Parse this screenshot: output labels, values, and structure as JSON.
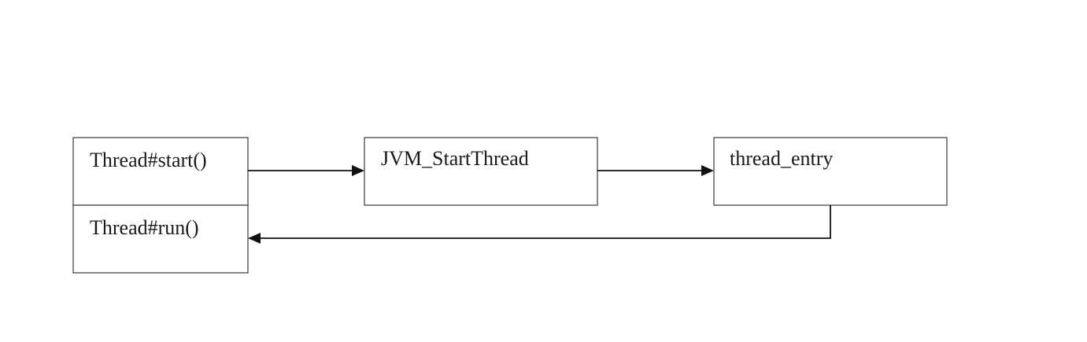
{
  "nodes": {
    "thread_start": {
      "label": "Thread#start()"
    },
    "thread_run": {
      "label": "Thread#run()"
    },
    "jvm_start_thread": {
      "label": "JVM_StartThread"
    },
    "thread_entry": {
      "label": "thread_entry"
    }
  },
  "edges": [
    {
      "from": "thread_start",
      "to": "jvm_start_thread"
    },
    {
      "from": "jvm_start_thread",
      "to": "thread_entry"
    },
    {
      "from": "thread_entry",
      "to": "thread_run"
    }
  ],
  "colors": {
    "stroke": "#3a3a3a",
    "arrow": "#111111",
    "text": "#1a1a1a",
    "background": "#ffffff"
  }
}
